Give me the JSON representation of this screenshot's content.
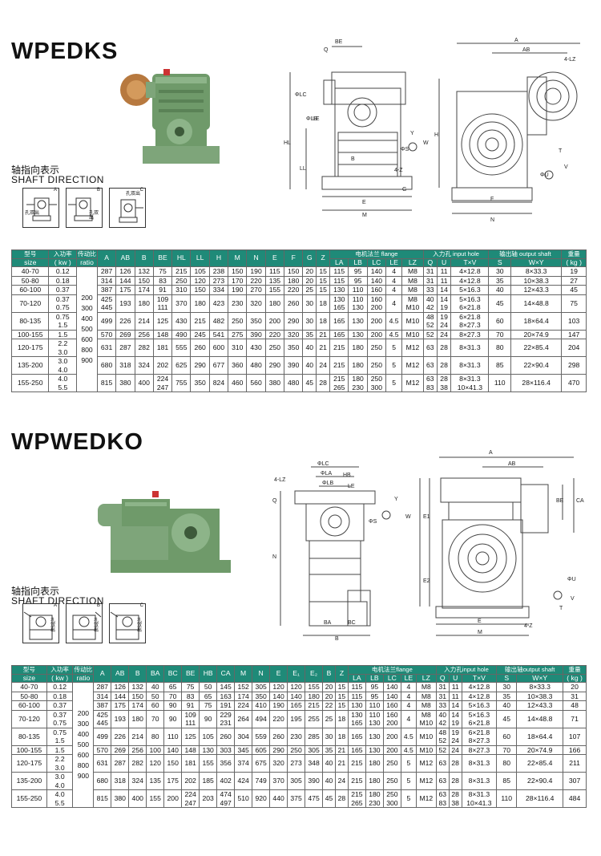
{
  "section1": {
    "title": "WPEDKS",
    "shaft_cn": "轴指向表示",
    "shaft_en": "SHAFT DIRECTION",
    "icons": [
      {
        "tag": "A",
        "txt": "孔双出"
      },
      {
        "tag": "B",
        "txt": "孔双出"
      },
      {
        "tag": "C",
        "txt": "孔双出"
      }
    ],
    "dims": [
      "BE",
      "Q",
      "ΦLC",
      "ΦLB",
      "LE",
      "HL",
      "LL",
      "B",
      "4-Z",
      "G",
      "E",
      "M",
      "Y",
      "ΦS",
      "W",
      "A",
      "AB",
      "4-LZ",
      "H",
      "F",
      "N",
      "T",
      "ΦU",
      "V"
    ],
    "header_top": [
      "型号",
      "入功率",
      "传动比",
      "A",
      "AB",
      "B",
      "BE",
      "HL",
      "LL",
      "H",
      "M",
      "N",
      "E",
      "F",
      "G",
      "Z",
      "电机法兰 flange",
      "入力孔 input hole",
      "输出轴 output shaft",
      "重量"
    ],
    "header_sub": [
      "size",
      "( kw )",
      "ratio",
      "LA",
      "LB",
      "LC",
      "LE",
      "LZ",
      "Q",
      "U",
      "T×V",
      "S",
      "W×Y",
      "( kg )"
    ],
    "ratio": "200 300 400 500 600 800 900",
    "rows": [
      [
        "40-70",
        "0.12",
        "287",
        "126",
        "132",
        "75",
        "215",
        "105",
        "238",
        "150",
        "190",
        "115",
        "150",
        "20",
        "15",
        "115",
        "95",
        "140",
        "4",
        "M8",
        "31",
        "11",
        "4×12.8",
        "30",
        "8×33.3",
        "19"
      ],
      [
        "50-80",
        "0.18",
        "314",
        "144",
        "150",
        "83",
        "250",
        "120",
        "273",
        "170",
        "220",
        "135",
        "180",
        "20",
        "15",
        "115",
        "95",
        "140",
        "4",
        "M8",
        "31",
        "11",
        "4×12.8",
        "35",
        "10×38.3",
        "27"
      ],
      [
        "60-100",
        "0.37",
        "387",
        "175",
        "174",
        "91",
        "310",
        "150",
        "334",
        "190",
        "270",
        "155",
        "220",
        "25",
        "15",
        "130",
        "110",
        "160",
        "4",
        "M8",
        "33",
        "14",
        "5×16.3",
        "40",
        "12×43.3",
        "45"
      ],
      [
        "70-120",
        "0.37\n0.75",
        "425\n445",
        "193",
        "180",
        "109\n111",
        "370",
        "180",
        "423",
        "230",
        "320",
        "180",
        "260",
        "30",
        "18",
        "130\n165",
        "110\n130",
        "160\n200",
        "4",
        "M8\nM10",
        "40\n42",
        "14\n19",
        "5×16.3\n6×21.8",
        "45",
        "14×48.8",
        "75"
      ],
      [
        "80-135",
        "0.75\n1.5",
        "499",
        "226",
        "214",
        "125",
        "430",
        "215",
        "482",
        "250",
        "350",
        "200",
        "290",
        "30",
        "18",
        "165",
        "130",
        "200",
        "4.5",
        "M10",
        "48\n52",
        "19\n24",
        "6×21.8\n8×27.3",
        "60",
        "18×64.4",
        "103"
      ],
      [
        "100-155",
        "1.5",
        "570",
        "269",
        "256",
        "148",
        "490",
        "245",
        "541",
        "275",
        "390",
        "220",
        "320",
        "35",
        "21",
        "165",
        "130",
        "200",
        "4.5",
        "M10",
        "52",
        "24",
        "8×27.3",
        "70",
        "20×74.9",
        "147"
      ],
      [
        "120-175",
        "2.2\n3.0",
        "631",
        "287",
        "282",
        "181",
        "555",
        "260",
        "600",
        "310",
        "430",
        "250",
        "350",
        "40",
        "21",
        "215",
        "180",
        "250",
        "5",
        "M12",
        "63",
        "28",
        "8×31.3",
        "80",
        "22×85.4",
        "204"
      ],
      [
        "135-200",
        "3.0\n4.0",
        "680",
        "318",
        "324",
        "202",
        "625",
        "290",
        "677",
        "360",
        "480",
        "290",
        "390",
        "40",
        "24",
        "215",
        "180",
        "250",
        "5",
        "M12",
        "63",
        "28",
        "8×31.3",
        "85",
        "22×90.4",
        "298"
      ],
      [
        "155-250",
        "4.0\n5.5",
        "815",
        "380",
        "400",
        "224\n247",
        "755",
        "350",
        "824",
        "460",
        "560",
        "380",
        "480",
        "45",
        "28",
        "215\n265",
        "180\n230",
        "250\n300",
        "5",
        "M12",
        "63\n83",
        "28\n38",
        "8×31.3\n10×41.3",
        "110",
        "28×116.4",
        "470"
      ]
    ]
  },
  "section2": {
    "title": "WPWEDKO",
    "shaft_cn": "轴指向表示",
    "shaft_en": "SHAFT DIRECTION",
    "icons": [
      {
        "tag": "A",
        "txt": "孔双出"
      },
      {
        "tag": "B",
        "txt": "孔双出"
      },
      {
        "tag": "C",
        "txt": "孔双出"
      }
    ],
    "dims": [
      "4-LZ",
      "ΦLC",
      "ΦLA",
      "ΦLB",
      "HB",
      "LE",
      "Q",
      "ΦS",
      "Y",
      "W",
      "N",
      "BA",
      "BC",
      "B",
      "A",
      "AB",
      "E1",
      "E2",
      "BE",
      "CA",
      "ΦU",
      "V",
      "T",
      "4-Z",
      "E",
      "M"
    ],
    "header_top": [
      "型号",
      "入功率",
      "传动比",
      "A",
      "AB",
      "B",
      "BA",
      "BC",
      "BE",
      "HB",
      "CA",
      "M",
      "N",
      "E",
      "E₁",
      "E₂",
      "B",
      "Z",
      "电机法兰flange",
      "入力孔input hole",
      "输出轴output shaft",
      "重量"
    ],
    "header_sub": [
      "size",
      "( kw )",
      "ratio",
      "LA",
      "LB",
      "LC",
      "LE",
      "LZ",
      "Q",
      "U",
      "T×V",
      "S",
      "W×Y",
      "( kg )"
    ],
    "ratio": "200 300 400 500 600 800 900",
    "rows": [
      [
        "40-70",
        "0.12",
        "287",
        "126",
        "132",
        "40",
        "65",
        "75",
        "50",
        "145",
        "152",
        "305",
        "120",
        "120",
        "155",
        "20",
        "15",
        "115",
        "95",
        "140",
        "4",
        "M8",
        "31",
        "11",
        "4×12.8",
        "30",
        "8×33.3",
        "20"
      ],
      [
        "50-80",
        "0.18",
        "314",
        "144",
        "150",
        "50",
        "70",
        "83",
        "65",
        "163",
        "174",
        "350",
        "140",
        "140",
        "180",
        "20",
        "15",
        "115",
        "95",
        "140",
        "4",
        "M8",
        "31",
        "11",
        "4×12.8",
        "35",
        "10×38.3",
        "31"
      ],
      [
        "60-100",
        "0.37",
        "387",
        "175",
        "174",
        "60",
        "90",
        "91",
        "75",
        "191",
        "224",
        "410",
        "190",
        "165",
        "215",
        "22",
        "15",
        "130",
        "110",
        "160",
        "4",
        "M8",
        "33",
        "14",
        "5×16.3",
        "40",
        "12×43.3",
        "48"
      ],
      [
        "70-120",
        "0.37\n0.75",
        "425\n445",
        "193",
        "180",
        "70",
        "90",
        "109\n111",
        "90",
        "229\n231",
        "264",
        "494",
        "220",
        "195",
        "255",
        "25",
        "18",
        "130\n165",
        "110\n130",
        "160\n200",
        "4",
        "M8\nM10",
        "40\n42",
        "14\n19",
        "5×16.3\n6×21.8",
        "45",
        "14×48.8",
        "71"
      ],
      [
        "80-135",
        "0.75\n1.5",
        "499",
        "226",
        "214",
        "80",
        "110",
        "125",
        "105",
        "260",
        "304",
        "559",
        "260",
        "230",
        "285",
        "30",
        "18",
        "165",
        "130",
        "200",
        "4.5",
        "M10",
        "48\n52",
        "19\n24",
        "6×21.8\n8×27.3",
        "60",
        "18×64.4",
        "107"
      ],
      [
        "100-155",
        "1.5",
        "570",
        "269",
        "256",
        "100",
        "140",
        "148",
        "130",
        "303",
        "345",
        "605",
        "290",
        "250",
        "305",
        "35",
        "21",
        "165",
        "130",
        "200",
        "4.5",
        "M10",
        "52",
        "24",
        "8×27.3",
        "70",
        "20×74.9",
        "166"
      ],
      [
        "120-175",
        "2.2\n3.0",
        "631",
        "287",
        "282",
        "120",
        "150",
        "181",
        "155",
        "356",
        "374",
        "675",
        "320",
        "273",
        "348",
        "40",
        "21",
        "215",
        "180",
        "250",
        "5",
        "M12",
        "63",
        "28",
        "8×31.3",
        "80",
        "22×85.4",
        "211"
      ],
      [
        "135-200",
        "3.0\n4.0",
        "680",
        "318",
        "324",
        "135",
        "175",
        "202",
        "185",
        "402",
        "424",
        "749",
        "370",
        "305",
        "390",
        "40",
        "24",
        "215",
        "180",
        "250",
        "5",
        "M12",
        "63",
        "28",
        "8×31.3",
        "85",
        "22×90.4",
        "307"
      ],
      [
        "155-250",
        "4.0\n5.5",
        "815",
        "380",
        "400",
        "155",
        "200",
        "224\n247",
        "203",
        "474\n497",
        "510",
        "920",
        "440",
        "375",
        "475",
        "45",
        "28",
        "215\n265",
        "180\n230",
        "250\n300",
        "5",
        "M12",
        "63\n83",
        "28\n38",
        "8×31.3\n10×41.3",
        "110",
        "28×116.4",
        "484"
      ]
    ]
  }
}
